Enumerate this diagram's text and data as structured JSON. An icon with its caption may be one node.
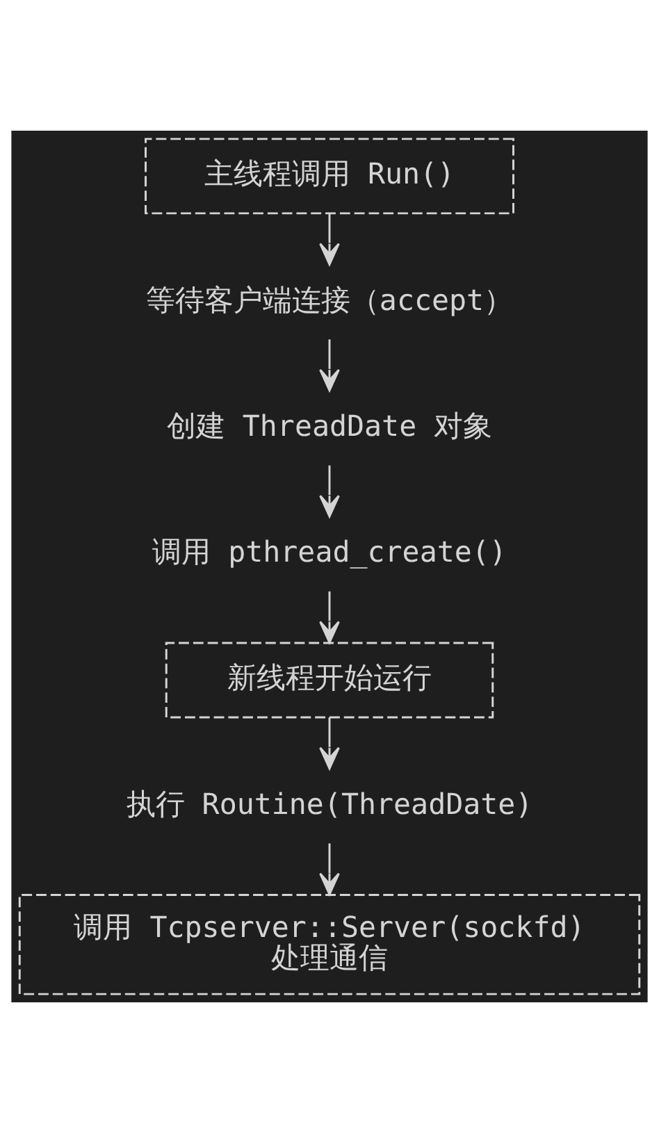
{
  "diagram": {
    "nodes": [
      {
        "text": [
          "主线程调用 Run()"
        ]
      },
      {
        "text": [
          "等待客户端连接（accept）"
        ]
      },
      {
        "text": [
          "创建 ThreadDate 对象"
        ]
      },
      {
        "text": [
          "调用 pthread_create()"
        ]
      },
      {
        "text": [
          "新线程开始运行"
        ]
      },
      {
        "text": [
          "执行 Routine(ThreadDate)"
        ]
      },
      {
        "text": [
          "调用 Tcpserver::Server(sockfd)",
          "处理通信"
        ]
      }
    ],
    "edges": [
      {
        "from": 0,
        "to": 1,
        "arrow": "to"
      },
      {
        "from": 1,
        "to": 2,
        "arrow": "to"
      },
      {
        "from": 2,
        "to": 3,
        "arrow": "to"
      },
      {
        "from": 3,
        "to": 4,
        "arrow": "to"
      },
      {
        "from": 4,
        "to": 5,
        "arrow": "to"
      },
      {
        "from": 5,
        "to": 6,
        "arrow": "to"
      }
    ]
  }
}
